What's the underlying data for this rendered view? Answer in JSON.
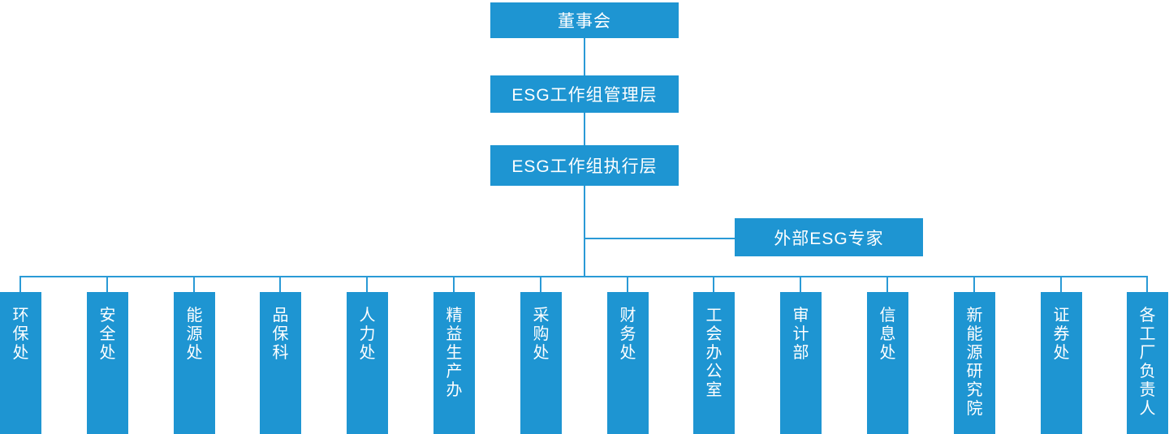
{
  "colors": {
    "node_fill": "#1e95d2",
    "connector": "#2a9ad6",
    "node_text": "#ffffff",
    "background": "#ffffff"
  },
  "org_chart": {
    "type": "org-tree",
    "root": {
      "label": "董事会"
    },
    "management": {
      "label": "ESG工作组管理层"
    },
    "execution": {
      "label": "ESG工作组执行层"
    },
    "external_advisor": {
      "label": "外部ESG专家"
    },
    "departments": [
      "环保处",
      "安全处",
      "能源处",
      "品保科",
      "人力处",
      "精益生产办",
      "采购处",
      "财务处",
      "工会办公室",
      "审计部",
      "信息处",
      "新能源研究院",
      "证券处",
      "各工厂负责人"
    ]
  }
}
